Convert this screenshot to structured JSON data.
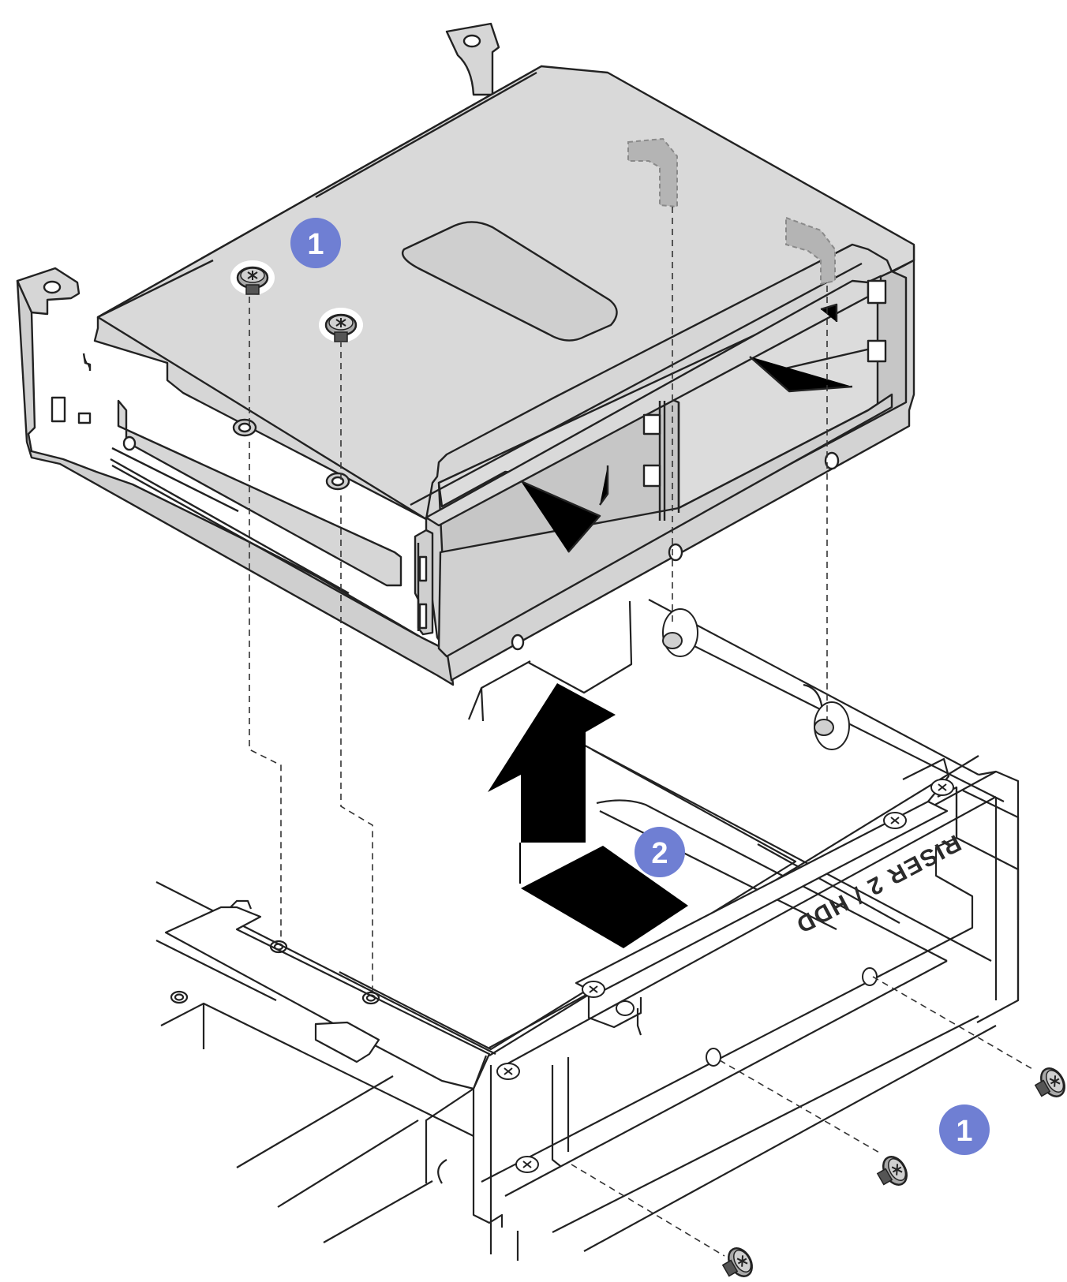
{
  "colors": {
    "cage_fill": "#d6d6d6",
    "cage_light": "#e6e6e6",
    "outline": "#222222",
    "badge": "#6f7fd3",
    "arrow": "#000000",
    "screw": "#9a9a9a"
  },
  "steps": {
    "step1_top": "1",
    "step1_bottom": "1",
    "step2": "2"
  },
  "bracket": {
    "label": "RISER 2 / HDD"
  },
  "icons": {
    "lift_arrow": "up-arrow-icon",
    "screw": "screw-icon"
  }
}
